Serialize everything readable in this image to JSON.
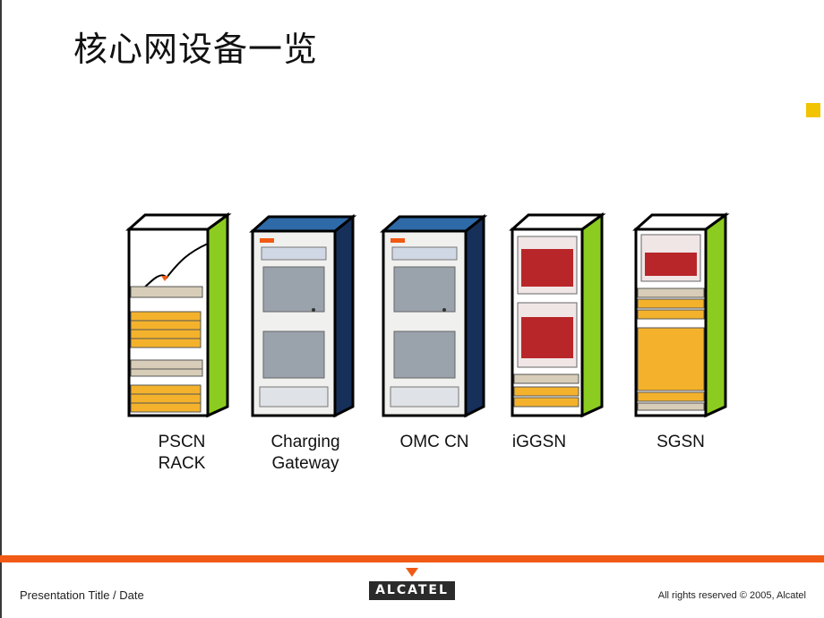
{
  "slide": {
    "title": "核心网设备一览",
    "footer_left": "Presentation Title  / Date",
    "footer_right": "All rights reserved © 2005, Alcatel",
    "logo_text": "ALCATEL"
  },
  "colors": {
    "accent_yellow": "#f2c400",
    "brand_orange": "#f05a14",
    "cabinet_green": "#8ccc20",
    "cabinet_navy": "#16305a",
    "equipment_yellow": "#f4b22c",
    "equipment_red": "#b8262a"
  },
  "equipment": [
    {
      "id": "pscn",
      "label_lines": [
        "PSCN",
        "RACK"
      ]
    },
    {
      "id": "charging",
      "label_lines": [
        "Charging",
        "Gateway"
      ]
    },
    {
      "id": "omc",
      "label_lines": [
        "OMC CN"
      ]
    },
    {
      "id": "iggsn",
      "label_lines": [
        "iGGSN"
      ]
    },
    {
      "id": "sgsn",
      "label_lines": [
        "SGSN"
      ]
    }
  ]
}
